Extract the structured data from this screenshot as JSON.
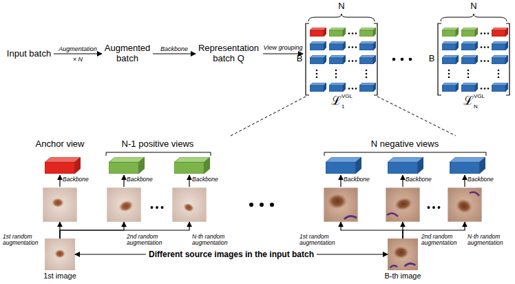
{
  "diagram": {
    "nodes": [
      {
        "text": [
          "Input batch"
        ]
      },
      {
        "text": [
          "Augmented batch"
        ]
      },
      {
        "text": [
          "Representation batch Q"
        ]
      },
      {
        "text": [
          "1st random augmentation"
        ]
      },
      {
        "text": [
          "2nd random augmentation"
        ]
      },
      {
        "text": [
          "N-th random augmentation"
        ]
      },
      {
        "text": [
          "1st random augmentation"
        ]
      },
      {
        "text": [
          "2nd random augmentation"
        ]
      },
      {
        "text": [
          "N-th random augmentation"
        ]
      },
      {
        "text": [
          "1st image"
        ]
      },
      {
        "text": [
          "B-th image"
        ]
      }
    ],
    "edges": [
      {
        "from": 0,
        "to": 1,
        "arrow": "to",
        "label": "Augmentation"
      },
      {
        "from": 1,
        "to": 2,
        "arrow": "to",
        "label": "Backbone"
      },
      {
        "from": 9,
        "to": 3,
        "arrow": "to"
      },
      {
        "from": 9,
        "to": 4,
        "arrow": "to"
      },
      {
        "from": 9,
        "to": 5,
        "arrow": "to"
      },
      {
        "from": 10,
        "to": 6,
        "arrow": "to"
      },
      {
        "from": 10,
        "to": 7,
        "arrow": "to"
      },
      {
        "from": 10,
        "to": 8,
        "arrow": "to"
      },
      {
        "from": 9,
        "to": 10,
        "arrow": "both",
        "label": "Different source images in the input batch"
      }
    ],
    "labels": [
      "× N",
      "View grouping",
      "N",
      "B",
      "N",
      "B",
      "ℒ",
      "VGL",
      "1",
      "ℒ",
      "VGL",
      "N",
      "Anchor view",
      "N-1 positive views",
      "N negative views",
      "Backbone",
      "Backbone",
      "Backbone",
      "Backbone",
      "Backbone",
      "Backbone"
    ]
  }
}
